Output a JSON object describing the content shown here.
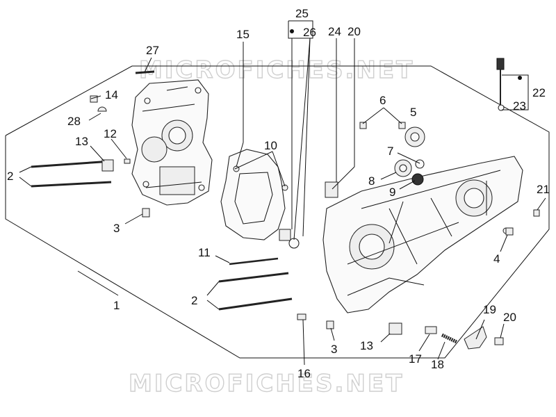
{
  "diagram": {
    "watermark_top": "MICROFICHES.NET",
    "watermark_bottom": "MICROFICHES.NET",
    "callouts": {
      "c1": "1",
      "c2a": "2",
      "c2b": "2",
      "c3a": "3",
      "c3b": "3",
      "c4": "4",
      "c5": "5",
      "c6": "6",
      "c7": "7",
      "c8": "8",
      "c9": "9",
      "c10": "10",
      "c11": "11",
      "c12": "12",
      "c13a": "13",
      "c13b": "13",
      "c14": "14",
      "c15": "15",
      "c16": "16",
      "c17": "17",
      "c18": "18",
      "c19": "19",
      "c20a": "20",
      "c20b": "20",
      "c21": "21",
      "c22": "22",
      "c23": "23",
      "c24": "24",
      "c25": "25",
      "c26": "26",
      "c27": "27",
      "c28": "28"
    }
  }
}
